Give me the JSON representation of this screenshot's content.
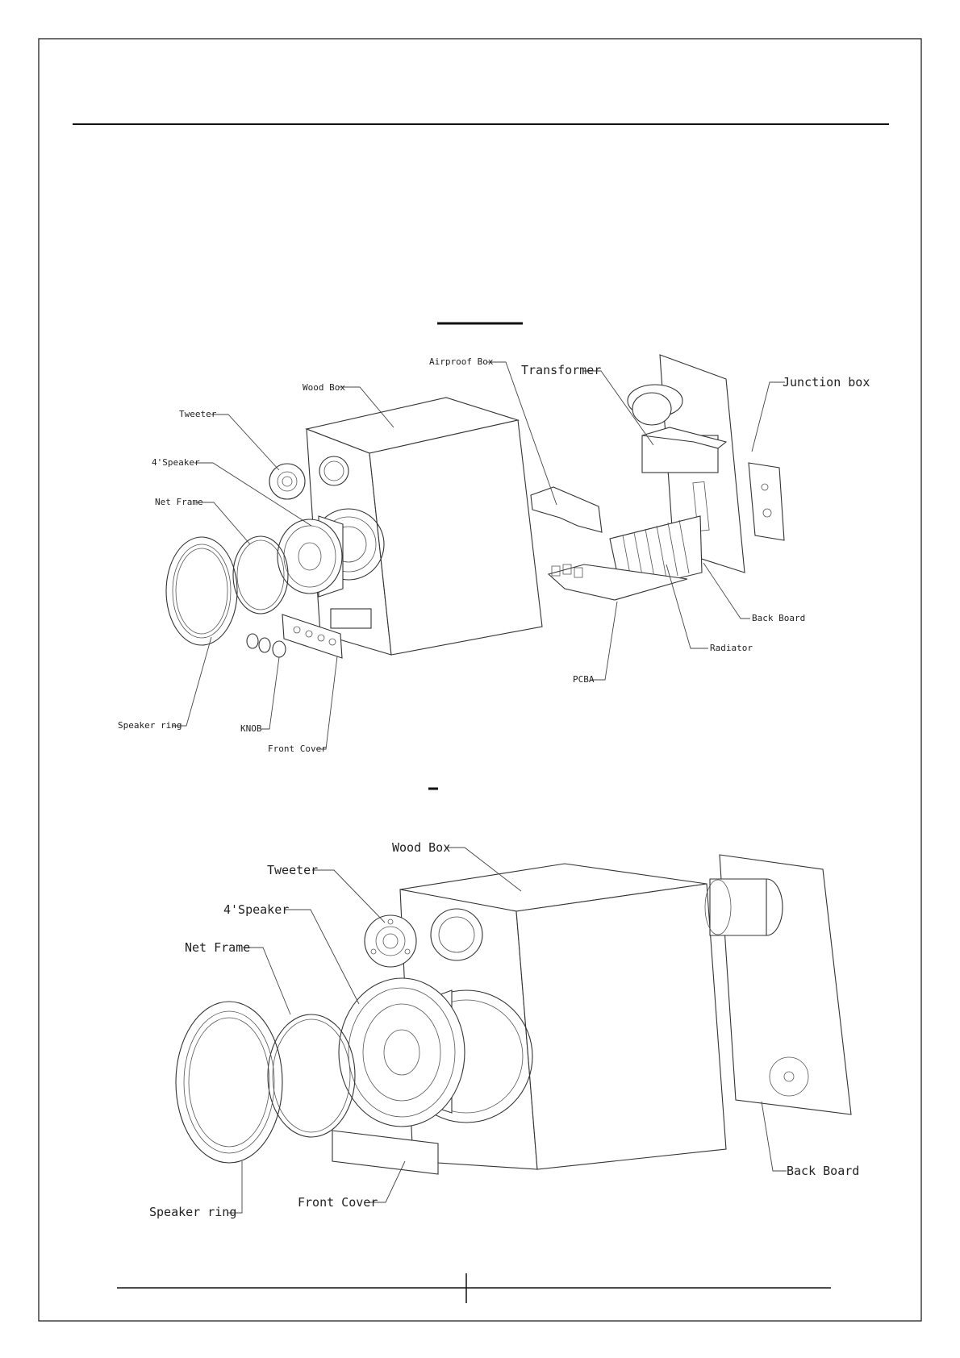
{
  "diagram_top": {
    "labels": {
      "wood_box": "Wood Box",
      "airproof_box": "Airproof Box",
      "transformer": "Transformer",
      "junction_box": "Junction box",
      "tweeter": "Tweeter",
      "speaker_4": "4'Speaker",
      "net_frame": "Net Frame",
      "back_board": "Back Board",
      "radiator": "Radiator",
      "pcba": "PCBA",
      "speaker_ring": "Speaker ring",
      "knob": "KNOB",
      "front_cover": "Front Cover"
    }
  },
  "diagram_bottom": {
    "labels": {
      "wood_box": "Wood Box",
      "tweeter": "Tweeter",
      "speaker_4": "4'Speaker",
      "net_frame": "Net Frame",
      "speaker_ring": "Speaker ring",
      "front_cover": "Front Cover",
      "back_board": "Back Board"
    }
  }
}
